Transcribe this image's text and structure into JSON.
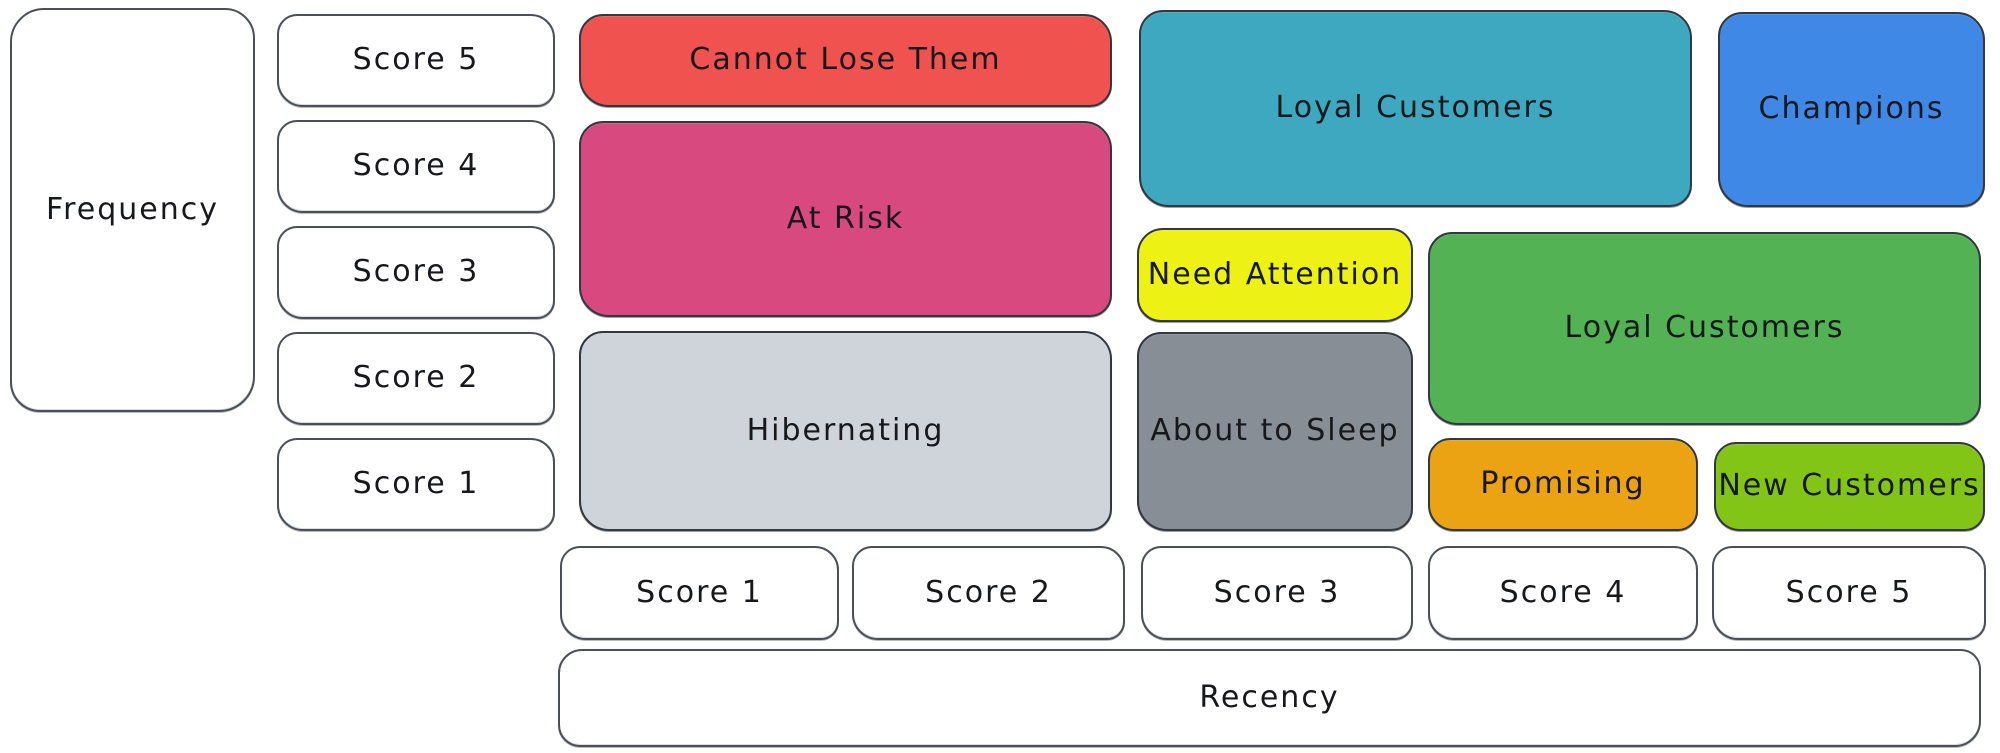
{
  "diagram": {
    "type": "rfm-segmentation-grid",
    "axis_frequency": {
      "label": "Frequency",
      "scores": [
        "Score 5",
        "Score 4",
        "Score 3",
        "Score 2",
        "Score 1"
      ]
    },
    "axis_recency": {
      "label": "Recency",
      "scores": [
        "Score 1",
        "Score 2",
        "Score 3",
        "Score 4",
        "Score 5"
      ]
    },
    "segments": [
      {
        "label": "Cannot Lose Them",
        "color": "#f05250",
        "recency_span": "1-2",
        "frequency_span": "5"
      },
      {
        "label": "At Risk",
        "color": "#d84a7f",
        "recency_span": "1-2",
        "frequency_span": "3-4"
      },
      {
        "label": "Hibernating",
        "color": "#cfd4da",
        "recency_span": "1-2",
        "frequency_span": "1-2"
      },
      {
        "label": "Loyal Customers",
        "color": "#3da8bf",
        "recency_span": "3-4",
        "frequency_span": "4-5"
      },
      {
        "label": "Champions",
        "color": "#3f88e6",
        "recency_span": "5",
        "frequency_span": "4-5"
      },
      {
        "label": "Need Attention",
        "color": "#eef214",
        "recency_span": "3",
        "frequency_span": "3"
      },
      {
        "label": "Loyal Customers",
        "color": "#53b254",
        "recency_span": "4-5",
        "frequency_span": "2-3"
      },
      {
        "label": "About to Sleep",
        "color": "#878e95",
        "recency_span": "3",
        "frequency_span": "1-2"
      },
      {
        "label": "Promising",
        "color": "#eba313",
        "recency_span": "4",
        "frequency_span": "1"
      },
      {
        "label": "New Customers",
        "color": "#83c516",
        "recency_span": "5",
        "frequency_span": "1"
      }
    ],
    "stroke_color": "#33383f",
    "background_color": "#ffffff"
  }
}
